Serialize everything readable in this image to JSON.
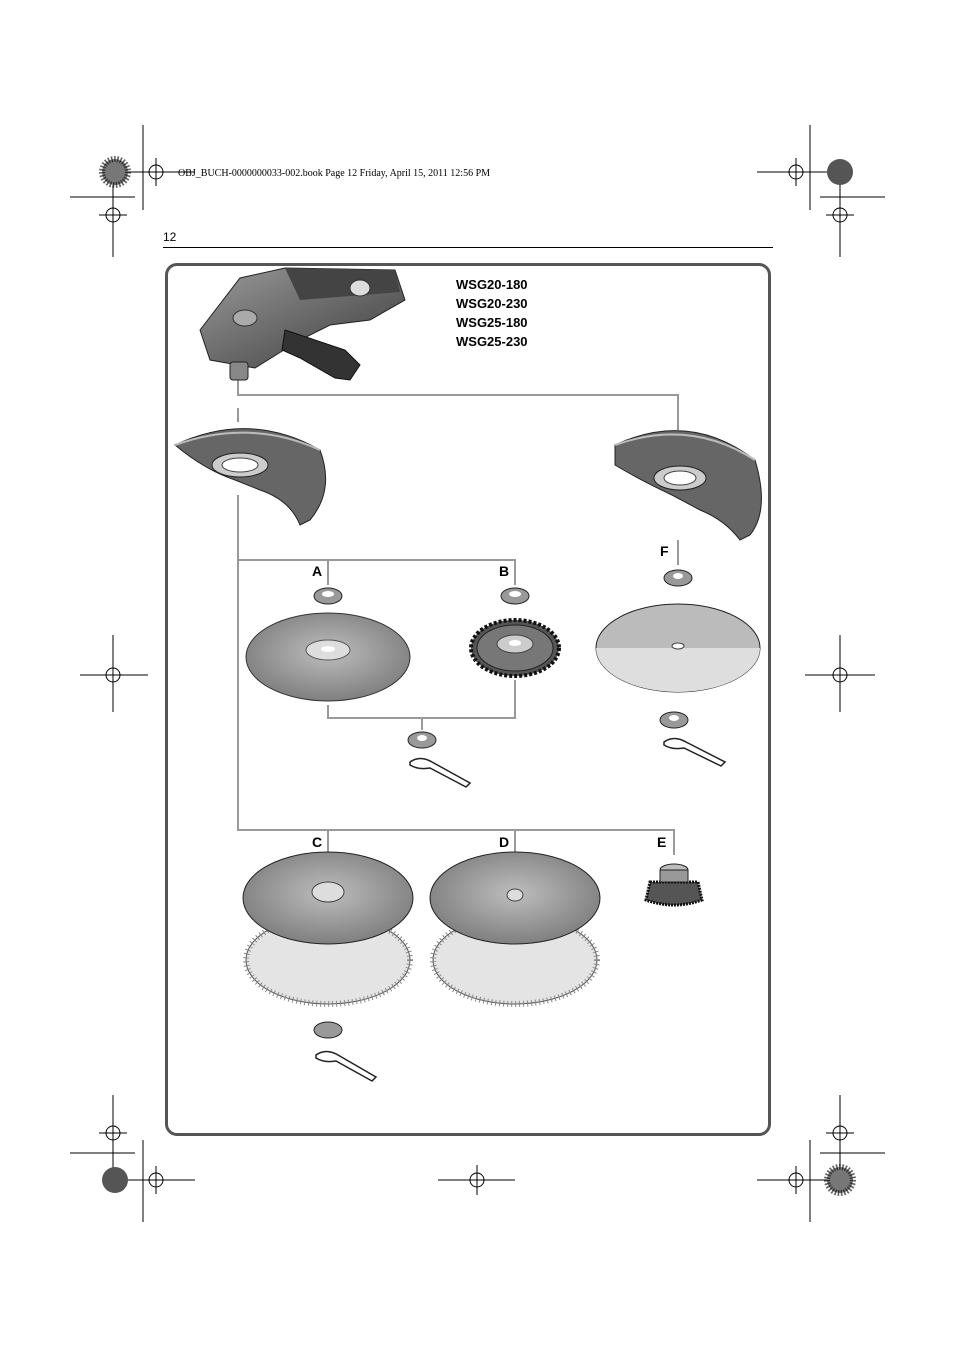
{
  "header": {
    "book_line": "OBJ_BUCH-0000000033-002.book  Page 12  Friday, April 15, 2011  12:56 PM",
    "page_number": "12"
  },
  "figure": {
    "models": [
      "WSG20-180",
      "WSG20-230",
      "WSG25-180",
      "WSG25-230"
    ],
    "labels": {
      "A": "A",
      "B": "B",
      "C": "C",
      "D": "D",
      "E": "E",
      "F": "F"
    }
  }
}
